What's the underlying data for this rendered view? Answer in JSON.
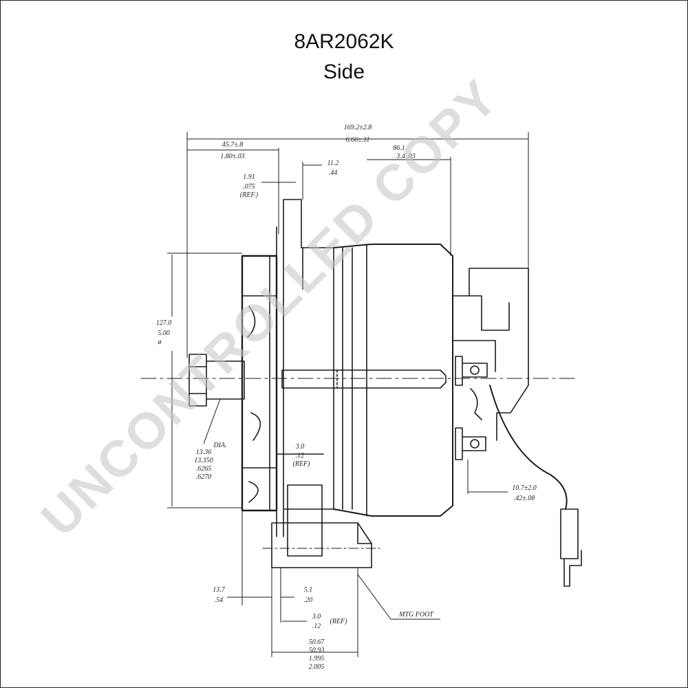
{
  "header": {
    "part_number": "8AR2062K",
    "view": "Side"
  },
  "watermark": "UNCONTROLLED COPY",
  "dimensions": {
    "overall_length": [
      "169.2±2.8",
      "6.66±.11"
    ],
    "front_to_flange": [
      "45.7±.8",
      "1.80±.03"
    ],
    "rear_section": [
      "86.1",
      "3.4 .03"
    ],
    "flange_gap_top": [
      "11.2",
      ".44"
    ],
    "flange_thickness": [
      "1.91",
      ".075",
      "(REF.)"
    ],
    "pulley_diameter": [
      "127.0",
      "5.00",
      "ø"
    ],
    "shaft": [
      "DIA.",
      "13.36",
      "13.350",
      ".6265",
      ".6270"
    ],
    "foot_offset_ref": [
      "3.0",
      ".12",
      "(REF)"
    ],
    "terminal_offset": [
      "10.7±2.0",
      ".42±.08"
    ],
    "lower_left": [
      "13.7",
      ".54"
    ],
    "lower_mid": [
      "5.1",
      ".20"
    ],
    "lower_ref": [
      "3.0",
      ".12",
      "(REF)"
    ],
    "foot_width": [
      "50.67",
      "50.93",
      "1.995",
      "2.005"
    ],
    "mtg_foot": "MTG FOOT"
  },
  "colors": {
    "ink": "#1a1a1a",
    "watermark": "#c4c4c4",
    "background": "#ffffff"
  }
}
